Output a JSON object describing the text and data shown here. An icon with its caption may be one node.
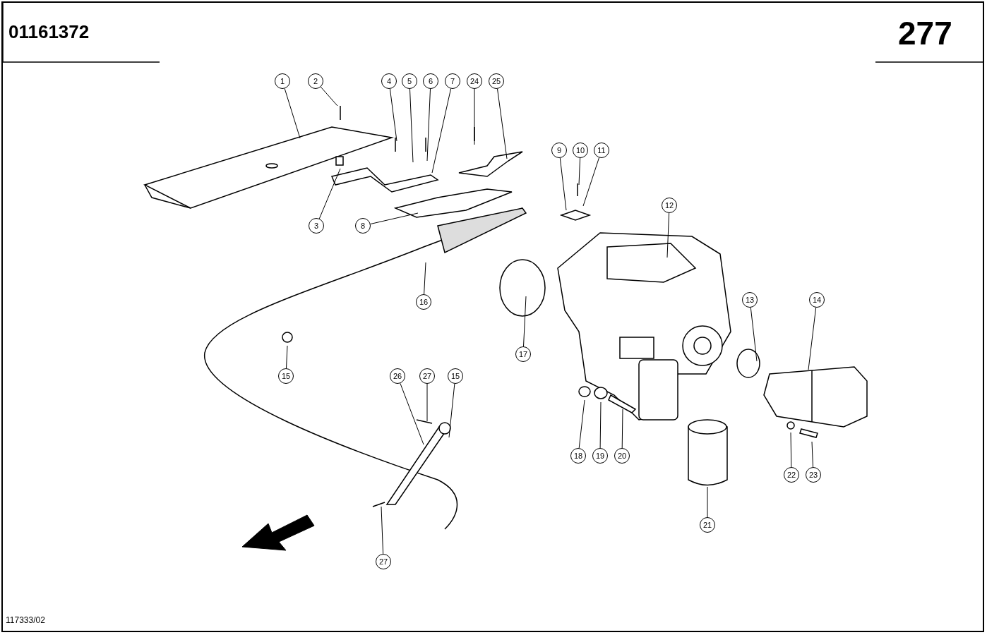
{
  "diagram": {
    "nodes": [
      {
        "text": [
          "1"
        ]
      },
      {
        "text": [
          "2"
        ]
      },
      {
        "text": [
          "4"
        ]
      },
      {
        "text": [
          "5"
        ]
      },
      {
        "text": [
          "6"
        ]
      },
      {
        "text": [
          "7"
        ]
      },
      {
        "text": [
          "24"
        ]
      },
      {
        "text": [
          "25"
        ]
      },
      {
        "text": [
          "9"
        ]
      },
      {
        "text": [
          "10"
        ]
      },
      {
        "text": [
          "11"
        ]
      },
      {
        "text": [
          "12"
        ]
      },
      {
        "text": [
          "3"
        ]
      },
      {
        "text": [
          "8"
        ]
      },
      {
        "text": [
          "13"
        ]
      },
      {
        "text": [
          "14"
        ]
      },
      {
        "text": [
          "16"
        ]
      },
      {
        "text": [
          "17"
        ]
      },
      {
        "text": [
          "15"
        ]
      },
      {
        "text": [
          "26"
        ]
      },
      {
        "text": [
          "27"
        ]
      },
      {
        "text": [
          "15"
        ]
      },
      {
        "text": [
          "18"
        ]
      },
      {
        "text": [
          "19"
        ]
      },
      {
        "text": [
          "20"
        ]
      },
      {
        "text": [
          "22"
        ]
      },
      {
        "text": [
          "23"
        ]
      },
      {
        "text": [
          "21"
        ]
      },
      {
        "text": [
          "27"
        ]
      }
    ],
    "edges": [
      {
        "from": 0,
        "to": null,
        "arrow": "none"
      },
      {
        "from": 1,
        "to": null,
        "arrow": "none"
      },
      {
        "from": 2,
        "to": null,
        "arrow": "none"
      },
      {
        "from": 3,
        "to": null,
        "arrow": "none"
      },
      {
        "from": 4,
        "to": null,
        "arrow": "none"
      },
      {
        "from": 5,
        "to": null,
        "arrow": "none"
      },
      {
        "from": 6,
        "to": null,
        "arrow": "none"
      },
      {
        "from": 7,
        "to": null,
        "arrow": "none"
      },
      {
        "from": 8,
        "to": null,
        "arrow": "none"
      },
      {
        "from": 9,
        "to": null,
        "arrow": "none"
      },
      {
        "from": 10,
        "to": null,
        "arrow": "none"
      },
      {
        "from": 11,
        "to": null,
        "arrow": "none"
      },
      {
        "from": 12,
        "to": null,
        "arrow": "none"
      },
      {
        "from": 13,
        "to": null,
        "arrow": "none"
      },
      {
        "from": 14,
        "to": null,
        "arrow": "none"
      },
      {
        "from": 15,
        "to": null,
        "arrow": "none"
      },
      {
        "from": 16,
        "to": null,
        "arrow": "none"
      },
      {
        "from": 17,
        "to": null,
        "arrow": "none"
      },
      {
        "from": 18,
        "to": null,
        "arrow": "none"
      },
      {
        "from": 19,
        "to": null,
        "arrow": "none"
      },
      {
        "from": 20,
        "to": null,
        "arrow": "none"
      },
      {
        "from": 21,
        "to": null,
        "arrow": "none"
      },
      {
        "from": 22,
        "to": null,
        "arrow": "none"
      },
      {
        "from": 23,
        "to": null,
        "arrow": "none"
      },
      {
        "from": 24,
        "to": null,
        "arrow": "none"
      },
      {
        "from": 25,
        "to": null,
        "arrow": "none"
      },
      {
        "from": 26,
        "to": null,
        "arrow": "none"
      },
      {
        "from": 27,
        "to": null,
        "arrow": "none"
      },
      {
        "from": 28,
        "to": null,
        "arrow": "none"
      }
    ],
    "labels": [
      "01161372",
      "277",
      "117333/02"
    ]
  }
}
